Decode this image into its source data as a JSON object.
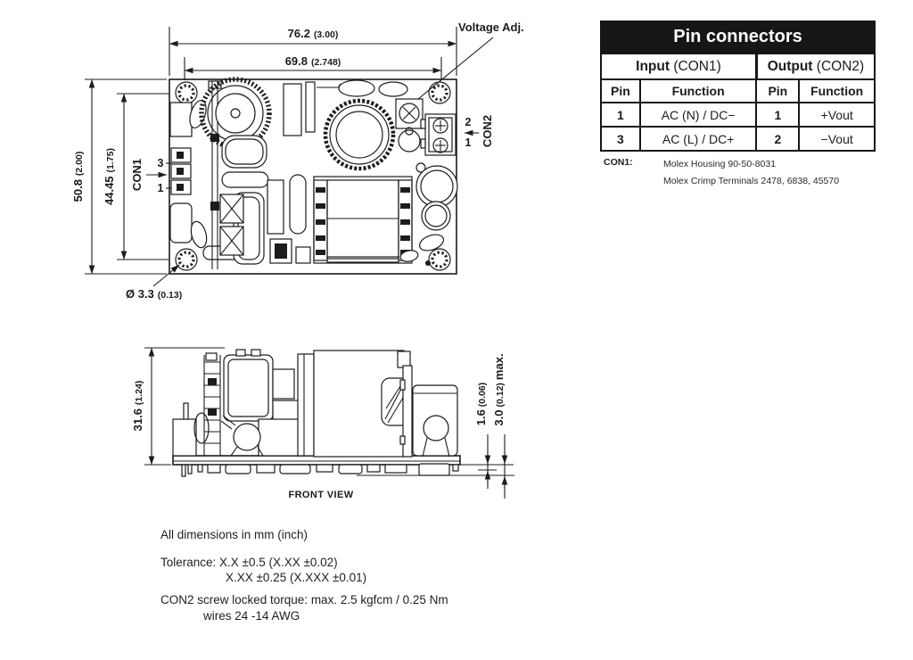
{
  "colors": {
    "ink": "#1c1c1c",
    "table_header_bg": "#161616",
    "table_header_fg": "#ffffff",
    "background": "#ffffff"
  },
  "top_view": {
    "dims": {
      "width_outer": {
        "mm": "76.2",
        "inch": "(3.00)"
      },
      "width_inner": {
        "mm": "69.8",
        "inch": "(2.748)"
      },
      "height_outer": {
        "mm": "50.8",
        "inch": "(2.00)"
      },
      "height_inner": {
        "mm": "44.45",
        "inch": "(1.75)"
      },
      "mounting_hole": {
        "mm": "Ø 3.3",
        "inch": "(0.13)"
      }
    },
    "labels": {
      "voltage_adj": "Voltage Adj.",
      "con1": "CON1",
      "con1_pin_top": "3",
      "con1_pin_bottom": "1",
      "con2": "CON2",
      "con2_pin_top": "2",
      "con2_pin_bottom": "1"
    }
  },
  "front_view": {
    "label": "FRONT VIEW",
    "dims": {
      "height": {
        "mm": "31.6",
        "inch": "(1.24)"
      },
      "pin_length": {
        "mm": "1.6",
        "inch": "(0.06)"
      },
      "pin_length_max": {
        "mm": "3.0",
        "inch": "(0.12)",
        "suffix": "max."
      }
    }
  },
  "notes": {
    "dimensions": "All dimensions in mm (inch)",
    "tolerance_line1": "Tolerance: X.X ±0.5 (X.XX ±0.02)",
    "tolerance_line2": "X.XX ±0.25 (X.XXX ±0.01)",
    "torque_line1": "CON2 screw locked torque: max. 2.5 kgfcm / 0.25 Nm",
    "torque_line2": "wires 24 -14 AWG"
  },
  "pin_table": {
    "title": "Pin connectors",
    "group_input": {
      "bold": "Input",
      "normal": " (CON1)"
    },
    "group_output": {
      "bold": "Output",
      "normal": " (CON2)"
    },
    "headers": {
      "pin1": "Pin",
      "fn1": "Function",
      "pin2": "Pin",
      "fn2": "Function"
    },
    "rows": [
      {
        "in_pin": "1",
        "in_fn": "AC (N) / DC−",
        "out_pin": "1",
        "out_fn": "+Vout"
      },
      {
        "in_pin": "3",
        "in_fn": "AC (L) / DC+",
        "out_pin": "2",
        "out_fn": "−Vout"
      }
    ],
    "footnote": {
      "label": "CON1:",
      "line1": "Molex Housing 90-50-8031",
      "line2": "Molex Crimp Terminals 2478, 6838, 45570"
    }
  }
}
